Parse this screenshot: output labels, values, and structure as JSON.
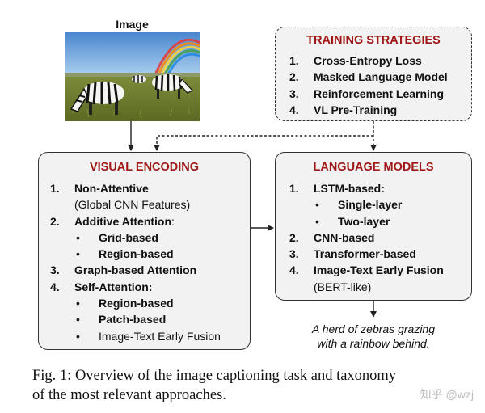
{
  "image_label": "Image",
  "training": {
    "title": "TRAINING STRATEGIES",
    "items": [
      {
        "num": "1.",
        "text": "Cross-Entropy Loss"
      },
      {
        "num": "2.",
        "text": "Masked Language Model"
      },
      {
        "num": "3.",
        "text": "Reinforcement Learning"
      },
      {
        "num": "4.",
        "text": "VL Pre-Training"
      }
    ]
  },
  "visual": {
    "title": "VISUAL ENCODING",
    "item1": {
      "num": "1.",
      "text": "Non-Attentive",
      "sub": "(Global CNN Features)"
    },
    "item2": {
      "num": "2.",
      "text": "Additive Attention",
      "suffix": ":",
      "bullets": [
        "Grid-based",
        "Region-based"
      ]
    },
    "item3": {
      "num": "3.",
      "text": "Graph-based Attention"
    },
    "item4": {
      "num": "4.",
      "text": "Self-Attention:",
      "bullets": [
        "Region-based",
        "Patch-based"
      ],
      "bullet_plain": "Image-Text Early Fusion"
    }
  },
  "language": {
    "title": "LANGUAGE MODELS",
    "item1": {
      "num": "1.",
      "text": "LSTM-based:",
      "bullets": [
        "Single-layer",
        "Two-layer"
      ]
    },
    "item2": {
      "num": "2.",
      "text": "CNN-based"
    },
    "item3": {
      "num": "3.",
      "text": "Transformer-based"
    },
    "item4": {
      "num": "4.",
      "text": "Image-Text Early Fusion",
      "sub": "(BERT-like)"
    }
  },
  "output_sentence": {
    "line1": "A herd of zebras grazing",
    "line2": "with a rainbow behind."
  },
  "caption": {
    "line1": "Fig. 1: Overview of the image captioning task and taxonomy",
    "line2": "of the most relevant approaches."
  },
  "watermark": "知乎 @wzj",
  "bullet_glyph": "•",
  "colors": {
    "title_red": "#a01818",
    "box_fill": "#f2f2f2",
    "border": "#333333"
  }
}
